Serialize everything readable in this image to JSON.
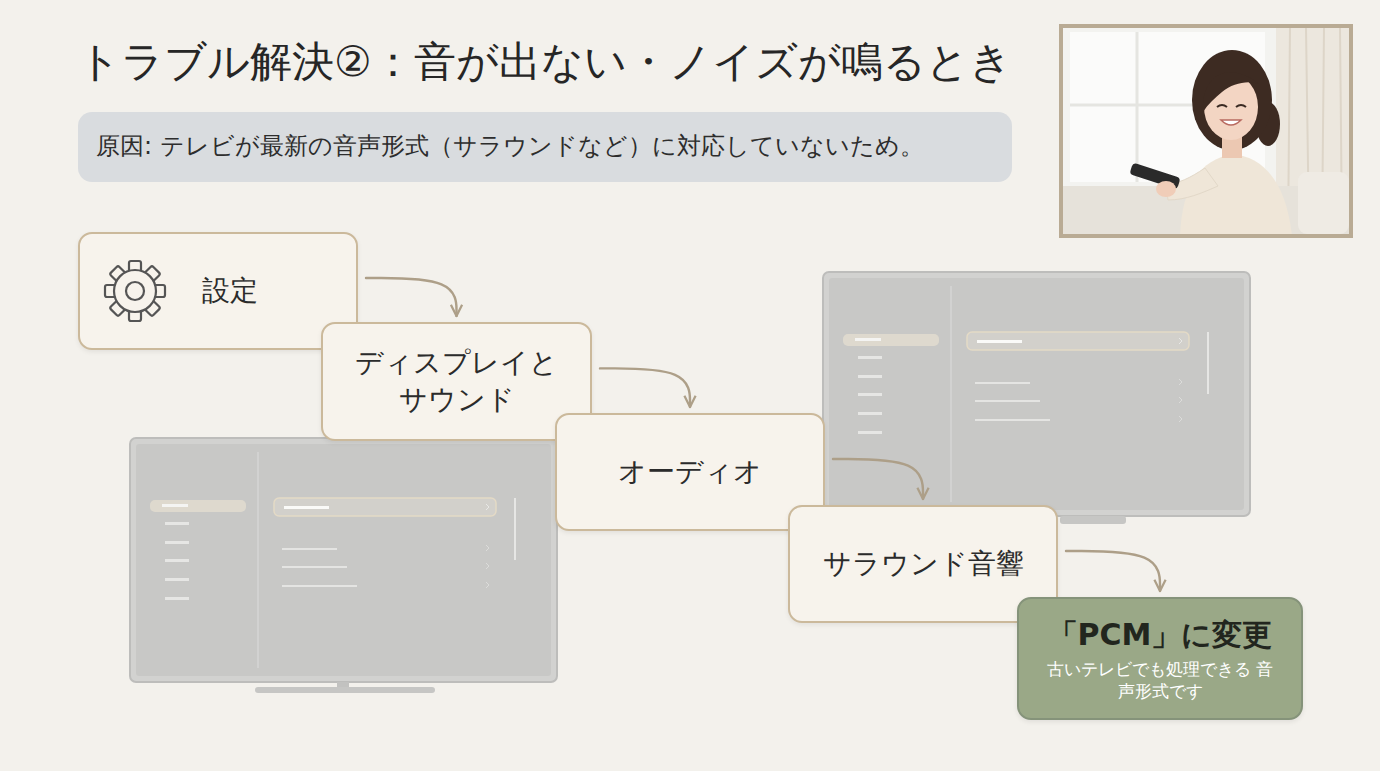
{
  "diagram": {
    "title": "トラブル解決②：音が出ない・ノイズが鳴るとき",
    "nodes": [
      {
        "text": [
          "原因: テレビが最新の音声形式（サラウンドなど）に対応していないため。"
        ]
      },
      {
        "text": [
          "設定"
        ]
      },
      {
        "text": [
          "ディスプレイと サウンド"
        ]
      },
      {
        "text": [
          "オーディオ"
        ]
      },
      {
        "text": [
          "サラウンド音響"
        ]
      },
      {
        "text": [
          "「PCM」に変更",
          "古いテレビでも処理できる 音声形式です"
        ]
      }
    ],
    "edges": [
      {
        "from": 1,
        "to": 2,
        "arrow": "to"
      },
      {
        "from": 2,
        "to": 3,
        "arrow": "to"
      },
      {
        "from": 3,
        "to": 4,
        "arrow": "to"
      },
      {
        "from": 4,
        "to": 5,
        "arrow": "to"
      }
    ]
  }
}
